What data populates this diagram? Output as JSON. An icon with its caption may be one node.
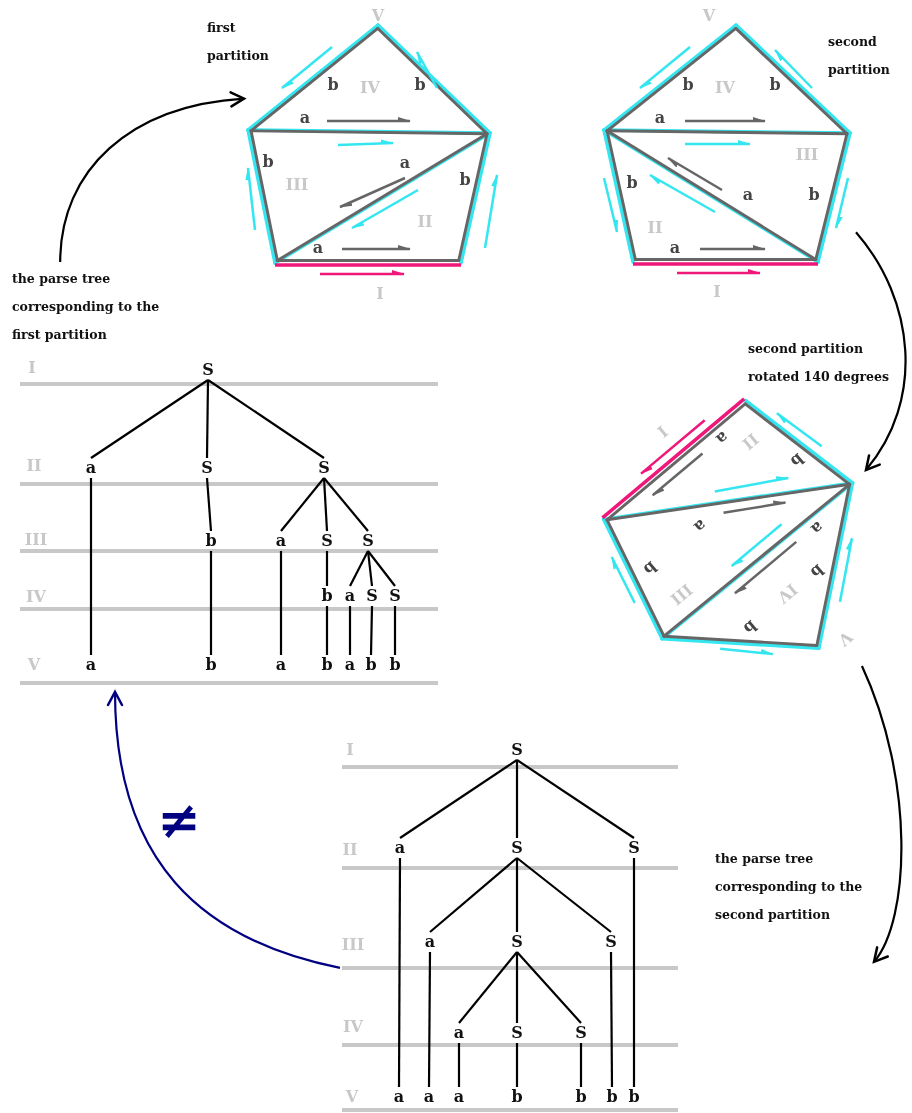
{
  "diagram": {
    "nodes": [
      {
        "text": [],
        "shape": "picture",
        "beside": [
          "first partition"
        ]
      },
      {
        "text": [],
        "shape": "picture",
        "beside": [
          "second partition"
        ]
      },
      {
        "text": [
          "the parse tree corresponding to the first partition"
        ]
      },
      {
        "text": [
          "S"
        ],
        "in": 2
      },
      {
        "text": [
          "a"
        ],
        "in": 2
      },
      {
        "text": [
          "S"
        ],
        "in": 2
      },
      {
        "text": [
          "S"
        ],
        "in": 2
      },
      {
        "text": [
          "b"
        ],
        "in": 2
      },
      {
        "text": [
          "a"
        ],
        "in": 2
      },
      {
        "text": [
          "S"
        ],
        "in": 2
      },
      {
        "text": [
          "S"
        ],
        "in": 2
      },
      {
        "text": [
          "b"
        ],
        "in": 2
      },
      {
        "text": [
          "a"
        ],
        "in": 2
      },
      {
        "text": [
          "S"
        ],
        "in": 2
      },
      {
        "text": [
          "S"
        ],
        "in": 2
      },
      {
        "text": [
          "a"
        ],
        "in": 2
      },
      {
        "text": [
          "b"
        ],
        "in": 2
      },
      {
        "text": [
          "a"
        ],
        "in": 2
      },
      {
        "text": [
          "b"
        ],
        "in": 2
      },
      {
        "text": [
          "a"
        ],
        "in": 2
      },
      {
        "text": [
          "b"
        ],
        "in": 2
      },
      {
        "text": [
          "b"
        ],
        "in": 2
      },
      {
        "text": [],
        "shape": "picture",
        "beside": [
          "second partition rotated 140 degrees"
        ]
      },
      {
        "text": [
          "the parse tree corresponding to the second partition"
        ]
      },
      {
        "text": [
          "S"
        ],
        "in": 23
      },
      {
        "text": [
          "a"
        ],
        "in": 23
      },
      {
        "text": [
          "S"
        ],
        "in": 23
      },
      {
        "text": [
          "S"
        ],
        "in": 23
      },
      {
        "text": [
          "a"
        ],
        "in": 23
      },
      {
        "text": [
          "S"
        ],
        "in": 23
      },
      {
        "text": [
          "S"
        ],
        "in": 23
      },
      {
        "text": [
          "a"
        ],
        "in": 23
      },
      {
        "text": [
          "S"
        ],
        "in": 23
      },
      {
        "text": [
          "S"
        ],
        "in": 23
      },
      {
        "text": [
          "a"
        ],
        "in": 23
      },
      {
        "text": [
          "a"
        ],
        "in": 23
      },
      {
        "text": [
          "a"
        ],
        "in": 23
      },
      {
        "text": [
          "b"
        ],
        "in": 23
      },
      {
        "text": [
          "b"
        ],
        "in": 23
      },
      {
        "text": [
          "b"
        ],
        "in": 23
      },
      {
        "text": [
          "b"
        ],
        "in": 23
      }
    ],
    "edges": [
      {
        "from": 2,
        "to": 0,
        "arrow": "to"
      },
      {
        "from": 1,
        "to": 22,
        "arrow": "to"
      },
      {
        "from": 22,
        "to": 23,
        "arrow": "to"
      },
      {
        "from": 23,
        "to": 2,
        "arrow": "to",
        "label": "≠",
        "color": "#000080"
      },
      {
        "from": 3,
        "to": 4,
        "arrow": "none"
      },
      {
        "from": 3,
        "to": 5,
        "arrow": "none"
      },
      {
        "from": 3,
        "to": 6,
        "arrow": "none"
      },
      {
        "from": 4,
        "to": 15,
        "arrow": "none"
      },
      {
        "from": 5,
        "to": 7,
        "arrow": "none"
      },
      {
        "from": 7,
        "to": 16,
        "arrow": "none"
      },
      {
        "from": 6,
        "to": 8,
        "arrow": "none"
      },
      {
        "from": 6,
        "to": 9,
        "arrow": "none"
      },
      {
        "from": 6,
        "to": 10,
        "arrow": "none"
      },
      {
        "from": 8,
        "to": 17,
        "arrow": "none"
      },
      {
        "from": 9,
        "to": 11,
        "arrow": "none"
      },
      {
        "from": 11,
        "to": 18,
        "arrow": "none"
      },
      {
        "from": 10,
        "to": 12,
        "arrow": "none"
      },
      {
        "from": 10,
        "to": 13,
        "arrow": "none"
      },
      {
        "from": 10,
        "to": 14,
        "arrow": "none"
      },
      {
        "from": 12,
        "to": 19,
        "arrow": "none"
      },
      {
        "from": 13,
        "to": 20,
        "arrow": "none"
      },
      {
        "from": 14,
        "to": 21,
        "arrow": "none"
      },
      {
        "from": 24,
        "to": 25,
        "arrow": "none"
      },
      {
        "from": 24,
        "to": 26,
        "arrow": "none"
      },
      {
        "from": 24,
        "to": 27,
        "arrow": "none"
      },
      {
        "from": 25,
        "to": 34,
        "arrow": "none"
      },
      {
        "from": 27,
        "to": 40,
        "arrow": "none"
      },
      {
        "from": 26,
        "to": 28,
        "arrow": "none"
      },
      {
        "from": 26,
        "to": 29,
        "arrow": "none"
      },
      {
        "from": 26,
        "to": 30,
        "arrow": "none"
      },
      {
        "from": 28,
        "to": 35,
        "arrow": "none"
      },
      {
        "from": 30,
        "to": 39,
        "arrow": "none"
      },
      {
        "from": 29,
        "to": 31,
        "arrow": "none"
      },
      {
        "from": 29,
        "to": 32,
        "arrow": "none"
      },
      {
        "from": 29,
        "to": 33,
        "arrow": "none"
      },
      {
        "from": 31,
        "to": 36,
        "arrow": "none"
      },
      {
        "from": 32,
        "to": 37,
        "arrow": "none"
      },
      {
        "from": 33,
        "to": 38,
        "arrow": "none"
      }
    ],
    "labels": [
      "V",
      "b",
      "IV",
      "b",
      "a",
      "b",
      "III",
      "a",
      "b",
      "II",
      "a",
      "I",
      "V",
      "b",
      "IV",
      "b",
      "a",
      "III",
      "b",
      "a",
      "b",
      "II",
      "a",
      "I",
      "I",
      "II",
      "III",
      "IV",
      "V",
      "V",
      "b",
      "IV",
      "b",
      "a",
      "III",
      "b",
      "a",
      "b",
      "II",
      "a",
      "I",
      "I",
      "II",
      "III",
      "IV",
      "V"
    ]
  }
}
